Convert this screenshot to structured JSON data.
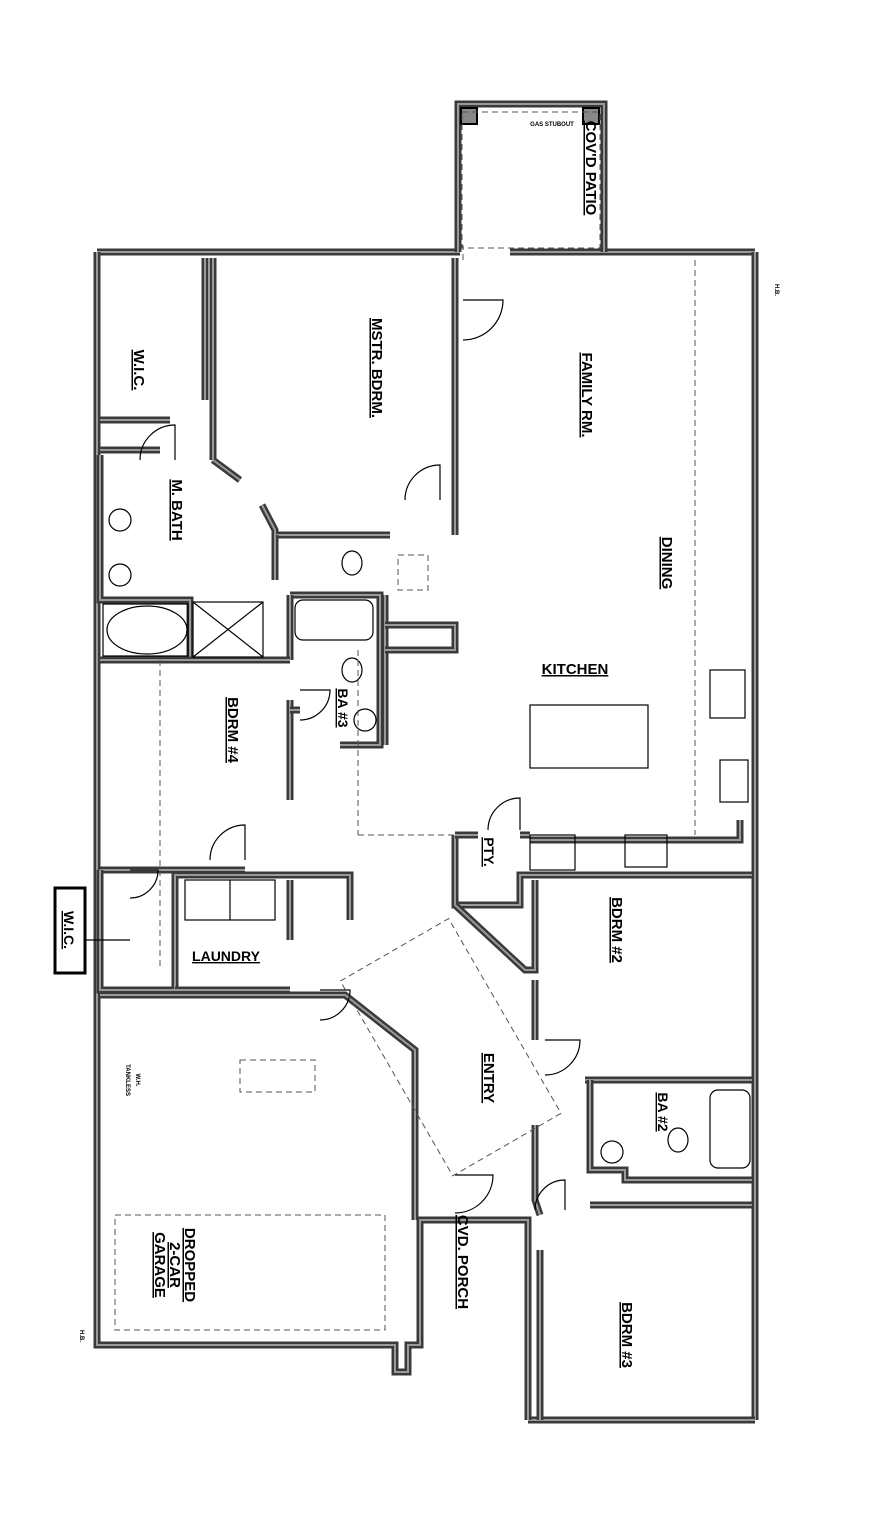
{
  "plan": {
    "rooms": {
      "patio": "COV'D PATIO",
      "master_bedroom": "MSTR. BDRM.",
      "family_room": "FAMILY RM.",
      "dining": "DINING",
      "kitchen": "KITCHEN",
      "master_wic": "W.I.C.",
      "laundry_wic": "W.I.C.",
      "master_bath": "M. BATH",
      "bath_3": "BA #3",
      "bedroom_4": "BDRM #4",
      "pantry": "PTY.",
      "laundry": "LAUNDRY",
      "bedroom_2": "BDRM #2",
      "entry": "ENTRY",
      "bath_2": "BA #2",
      "bedroom_3": "BDRM #3",
      "porch": "CVD. PORCH",
      "garage_line1": "DROPPED",
      "garage_line2": "2-CAR",
      "garage_line3": "GARAGE"
    },
    "notes": {
      "gas_stubout": "GAS STUBOUT",
      "tankless_line1": "TANKLESS",
      "tankless_line2": "W.H.",
      "hose_bib_1": "H.B.",
      "hose_bib_2": "H.B."
    }
  }
}
